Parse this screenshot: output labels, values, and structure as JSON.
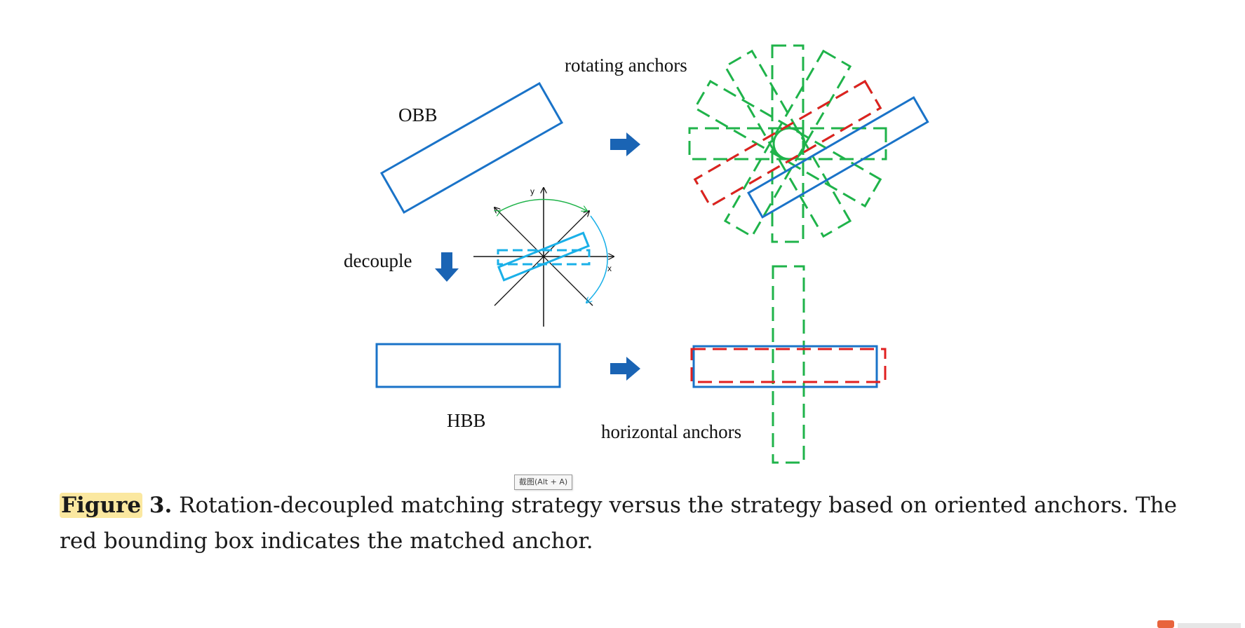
{
  "figure": {
    "labels": {
      "rotating_anchors": "rotating anchors",
      "obb": "OBB",
      "decouple": "decouple",
      "hbb": "HBB",
      "horizontal_anchors": "horizontal anchors",
      "axis_x": "x",
      "axis_y": "y"
    },
    "colors": {
      "box_blue": "#1a73c8",
      "light_blue": "#1ab0e8",
      "anchor_green": "#1fb34a",
      "match_red": "#e02020",
      "arrow_blue": "#1a64b4"
    }
  },
  "tooltip": "截图(Alt + A)",
  "caption": {
    "figure_word": "Figure",
    "figure_number": "3.",
    "text": "Rotation-decoupled matching strategy versus the strategy based on oriented anchors.  The red bounding box indicates the matched anchor."
  }
}
